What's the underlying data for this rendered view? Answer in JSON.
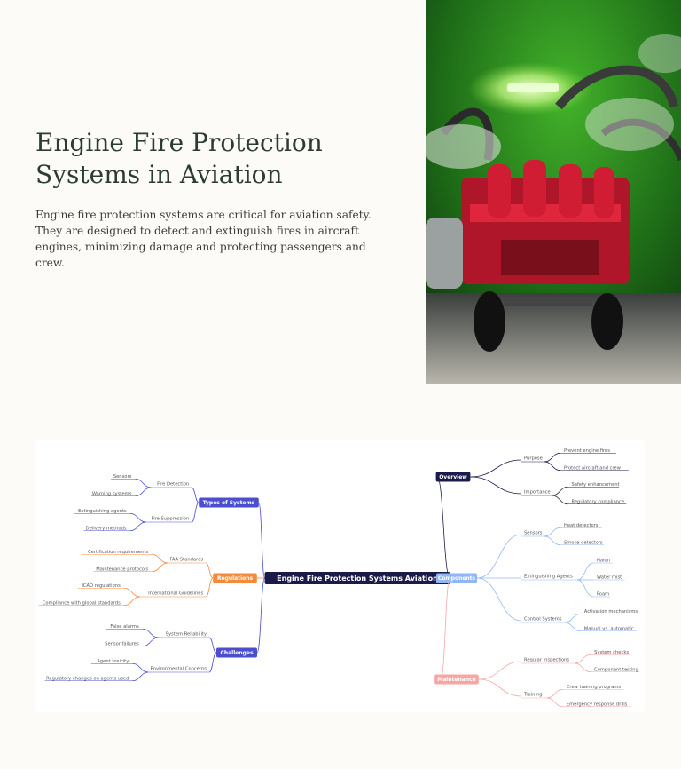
{
  "hero": {
    "title": "Engine Fire Protection Systems in Aviation",
    "description": "Engine fire protection systems are critical for aviation safety. They are designed to detect and extinguish fires in aircraft engines, minimizing damage and protecting passengers and crew."
  },
  "mindmap": {
    "root": "Engine Fire Protection Systems Aviation",
    "colors": {
      "root": "#1b1b4a",
      "overview": "#1b1b4a",
      "components": "#8fb6f5",
      "maintenance": "#f5a7a4",
      "types": "#4b4fcf",
      "regulations": "#f58a3c",
      "challenges": "#4b4fcf"
    },
    "left": [
      {
        "label": "Types of Systems",
        "children": [
          {
            "label": "Fire Detection",
            "children": [
              "Sensors",
              "Warning systems"
            ]
          },
          {
            "label": "Fire Suppression",
            "children": [
              "Extinguishing agents",
              "Delivery methods"
            ]
          }
        ]
      },
      {
        "label": "Regulations",
        "children": [
          {
            "label": "FAA Standards",
            "children": [
              "Certification requirements",
              "Maintenance protocols"
            ]
          },
          {
            "label": "International Guidelines",
            "children": [
              "ICAO regulations",
              "Compliance with global standards"
            ]
          }
        ]
      },
      {
        "label": "Challenges",
        "children": [
          {
            "label": "System Reliability",
            "children": [
              "False alarms",
              "Sensor failures"
            ]
          },
          {
            "label": "Environmental Concerns",
            "children": [
              "Agent toxicity",
              "Regulatory changes on agents used"
            ]
          }
        ]
      }
    ],
    "right": [
      {
        "label": "Overview",
        "children": [
          {
            "label": "Purpose",
            "children": [
              "Prevent engine fires",
              "Protect aircraft and crew"
            ]
          },
          {
            "label": "Importance",
            "children": [
              "Safety enhancement",
              "Regulatory compliance"
            ]
          }
        ]
      },
      {
        "label": "Components",
        "children": [
          {
            "label": "Sensors",
            "children": [
              "Heat detectors",
              "Smoke detectors"
            ]
          },
          {
            "label": "Extinguishing Agents",
            "children": [
              "Halon",
              "Water mist",
              "Foam"
            ]
          },
          {
            "label": "Control Systems",
            "children": [
              "Activation mechanisms",
              "Manual vs. automatic"
            ]
          }
        ]
      },
      {
        "label": "Maintenance",
        "children": [
          {
            "label": "Regular Inspections",
            "children": [
              "System checks",
              "Component testing"
            ]
          },
          {
            "label": "Training",
            "children": [
              "Crew training programs",
              "Emergency response drills"
            ]
          }
        ]
      }
    ]
  }
}
